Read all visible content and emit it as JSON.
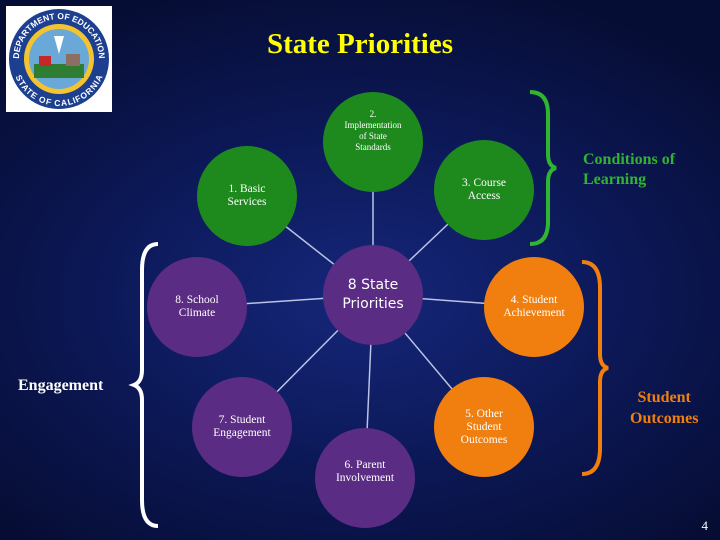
{
  "title": "State Priorities",
  "seal": {
    "text_top": "DEPARTMENT OF EDUCATION",
    "text_bottom": "STATE OF CALIFORNIA"
  },
  "center": {
    "label": "8 State\nPriorities",
    "color": "#5b2c83"
  },
  "priorities": [
    {
      "label": "1. Basic\nServices",
      "color": "#1e8a1e"
    },
    {
      "label": "2.\nImplementation\nof State\nStandards",
      "color": "#1e8a1e"
    },
    {
      "label": "3. Course\nAccess",
      "color": "#1e8a1e"
    },
    {
      "label": "4. Student\nAchievement",
      "color": "#f07f0f"
    },
    {
      "label": "5. Other\nStudent\nOutcomes",
      "color": "#f07f0f"
    },
    {
      "label": "6. Parent\nInvolvement",
      "color": "#5b2c83"
    },
    {
      "label": "7. Student\nEngagement",
      "color": "#5b2c83"
    },
    {
      "label": "8. School\nClimate",
      "color": "#5b2c83"
    }
  ],
  "groups": {
    "conditions": {
      "label": "Conditions of\nLearning",
      "color": "#2fb52f"
    },
    "outcomes": {
      "label": "Student\nOutcomes",
      "color": "#f07f0f"
    },
    "engagement": {
      "label": "Engagement",
      "color": "#ffffff"
    }
  },
  "page_number": "4"
}
